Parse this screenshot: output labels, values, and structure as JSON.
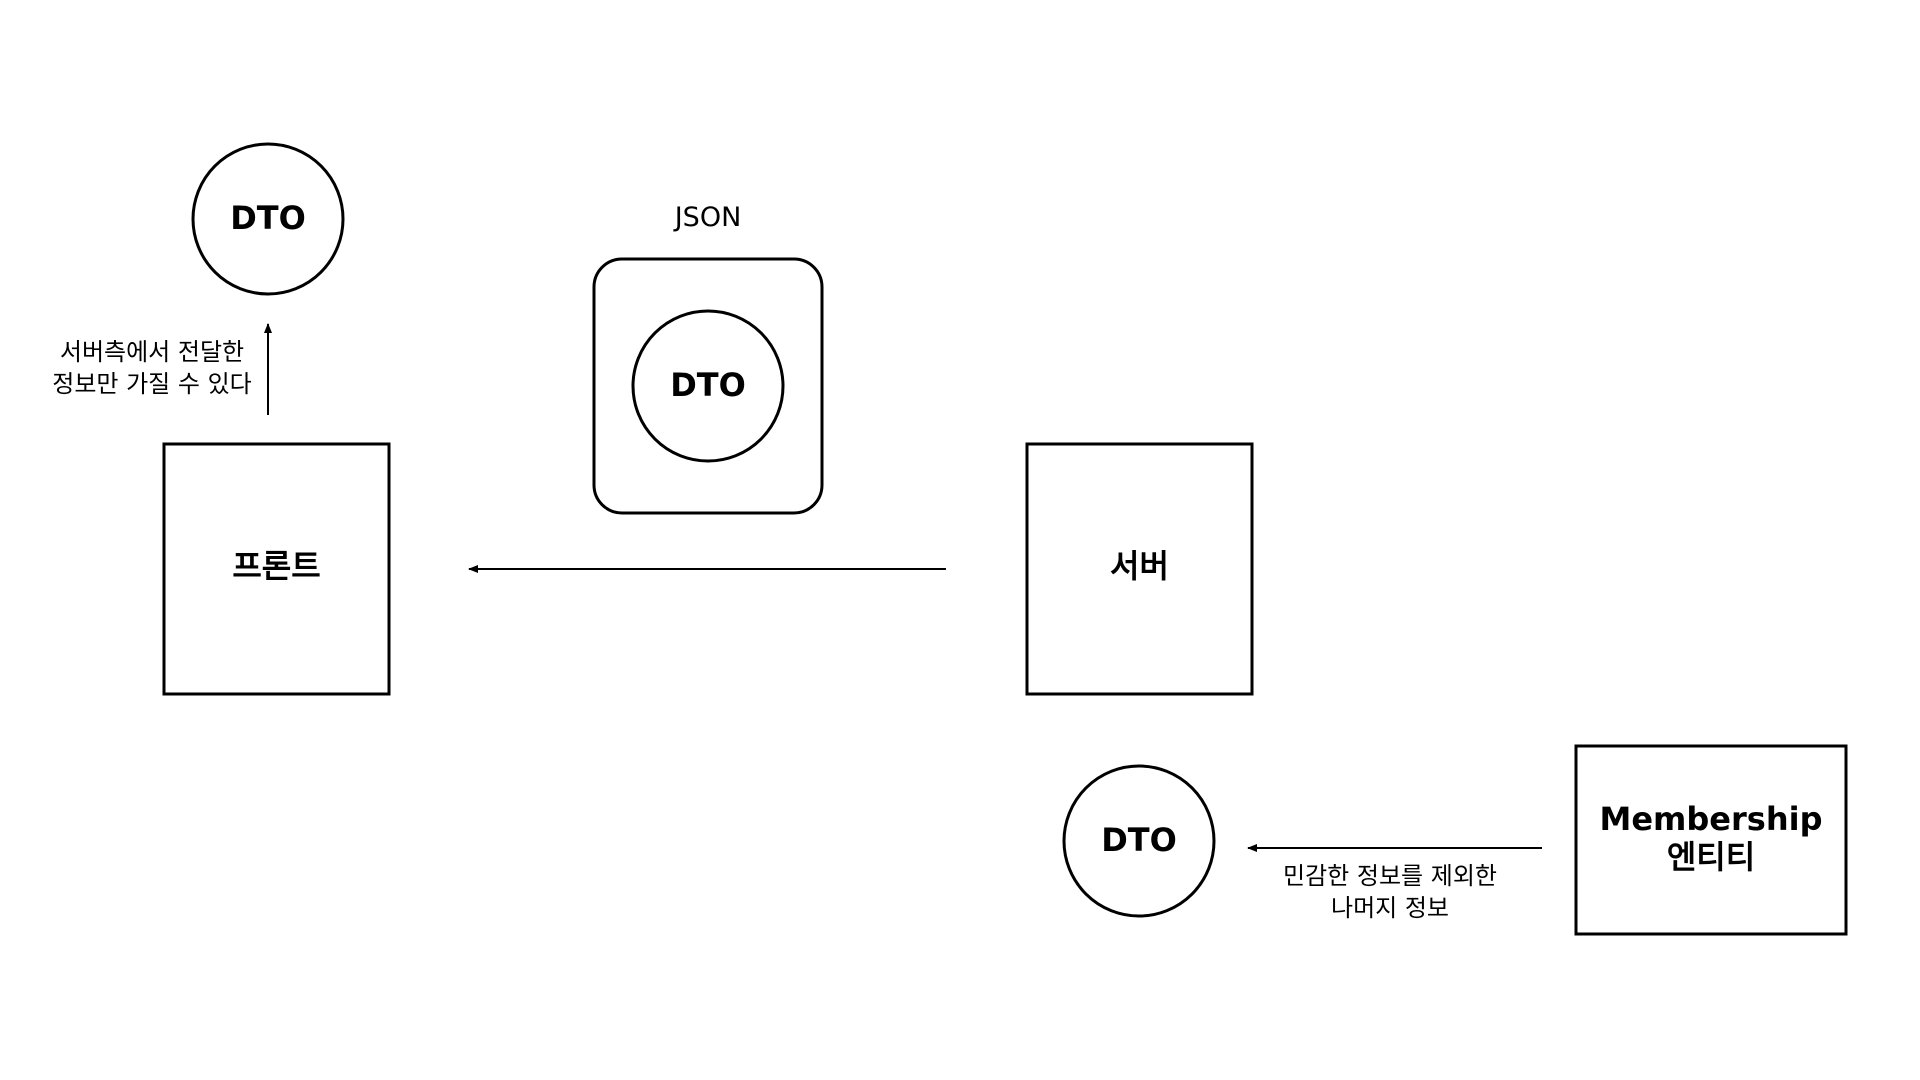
{
  "nodes": {
    "dto_top": "DTO",
    "json_label": "JSON",
    "dto_json": "DTO",
    "front": "프론트",
    "server": "서버",
    "dto_bottom": "DTO",
    "membership_line1": "Membership",
    "membership_line2": "엔티티"
  },
  "annotations": {
    "front_note_line1": "서버측에서 전달한",
    "front_note_line2": "정보만 가질 수 있다",
    "entity_note_line1": "민감한 정보를 제외한",
    "entity_note_line2": "나머지 정보"
  }
}
